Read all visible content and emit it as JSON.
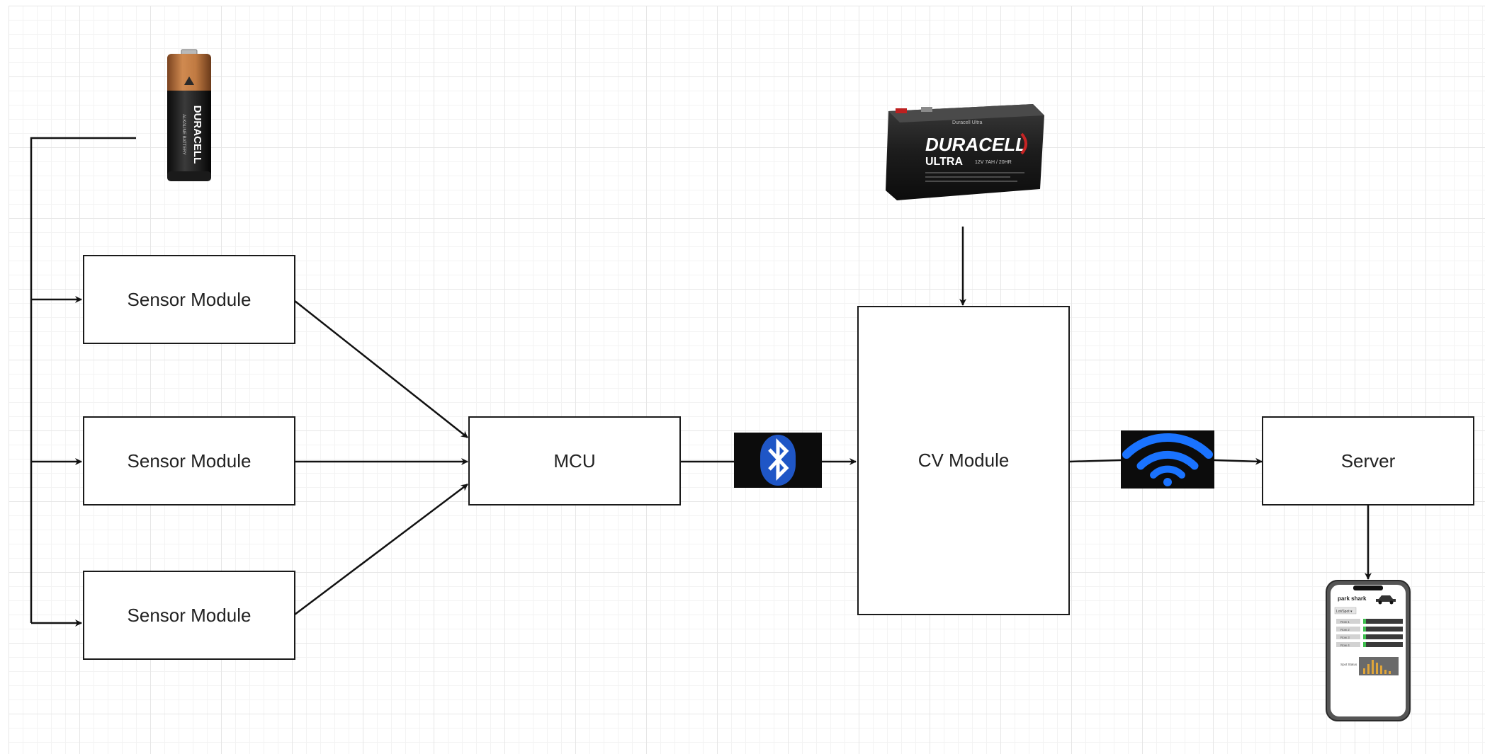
{
  "diagram": {
    "sensor_modules": [
      {
        "label": "Sensor Module"
      },
      {
        "label": "Sensor Module"
      },
      {
        "label": "Sensor Module"
      }
    ],
    "mcu": {
      "label": "MCU"
    },
    "cv_module": {
      "label": "CV Module"
    },
    "server": {
      "label": "Server"
    },
    "aa_battery": {
      "brand": "DURACELL",
      "subtext": "ALKALINE BATTERY"
    },
    "lead_acid_battery": {
      "brand": "DURACELL",
      "subtext": "ULTRA",
      "top_text": "Duracell Ultra",
      "rating": "12V 7AH / 20HR"
    },
    "phone_app": {
      "title": "park shark",
      "dropdown": "Lot/Spot ▾",
      "rows": [
        "Row 1",
        "Row 2",
        "Row 3",
        "Row 4"
      ],
      "chart_label": "Spot Status"
    },
    "colors": {
      "line": "#111111",
      "bluetooth_bg": "#0c0c0c",
      "bluetooth_blue": "#1f56c6",
      "wifi_blue": "#1a73ff",
      "aa_copper": "#b8743f",
      "status_green": "#3fbf4f"
    }
  }
}
